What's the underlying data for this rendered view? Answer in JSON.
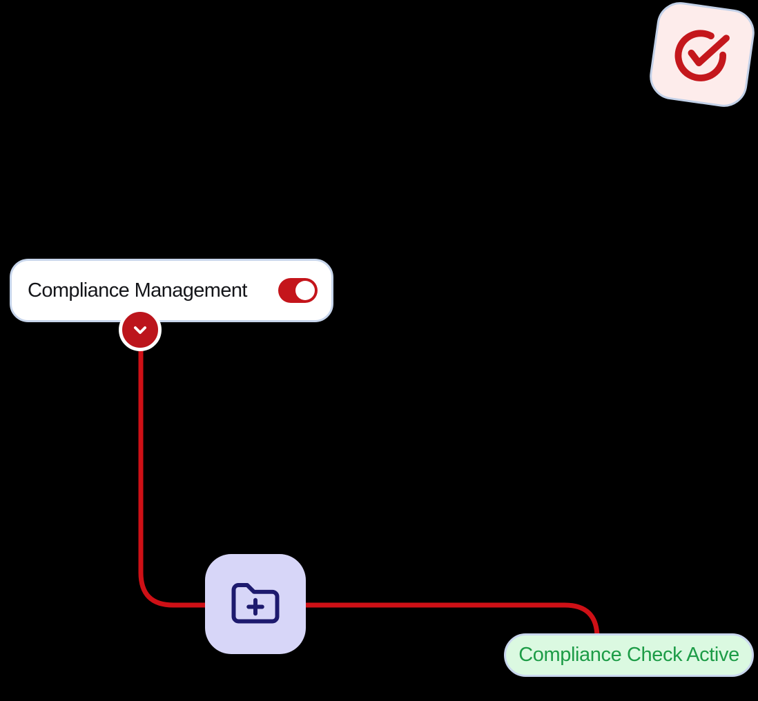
{
  "diagram": {
    "badge": {
      "icon": "circle-check-icon"
    },
    "compliance_card": {
      "label": "Compliance Management",
      "toggle": {
        "state": "on"
      }
    },
    "expand_button": {
      "icon": "chevron-down-icon"
    },
    "folder_node": {
      "icon": "folder-plus-icon"
    },
    "status_pill": {
      "label": "Compliance Check Active"
    },
    "colors": {
      "background": "#000000",
      "accent_red": "#c4151b",
      "connector_red": "#ce1016",
      "badge_bg": "#fdeceb",
      "badge_border": "#c3d1e8",
      "card_bg": "#ffffff",
      "card_border": "#c7d5eb",
      "node_lavender": "#d7d6f8",
      "folder_navy": "#1d1a6e",
      "status_green_bg": "#dbf9e1",
      "status_green_text": "#1d9c47",
      "card_text": "#141519"
    }
  }
}
